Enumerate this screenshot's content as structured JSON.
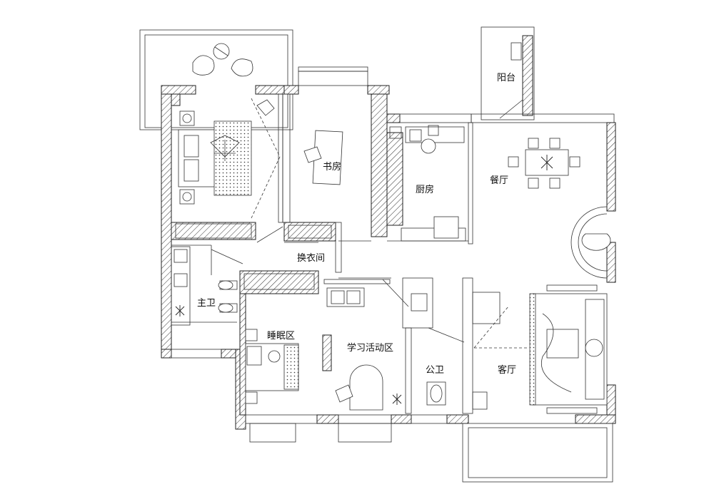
{
  "rooms": {
    "balcony": "阳台",
    "study": "书房",
    "kitchen": "厨房",
    "dining": "餐厅",
    "dressing": "换衣间",
    "master_bath": "主卫",
    "sleep_area": "睡眠区",
    "study_activity": "学习活动区",
    "public_bath": "公卫",
    "living": "客厅"
  },
  "colors": {
    "line": "#222222",
    "background": "#ffffff"
  }
}
